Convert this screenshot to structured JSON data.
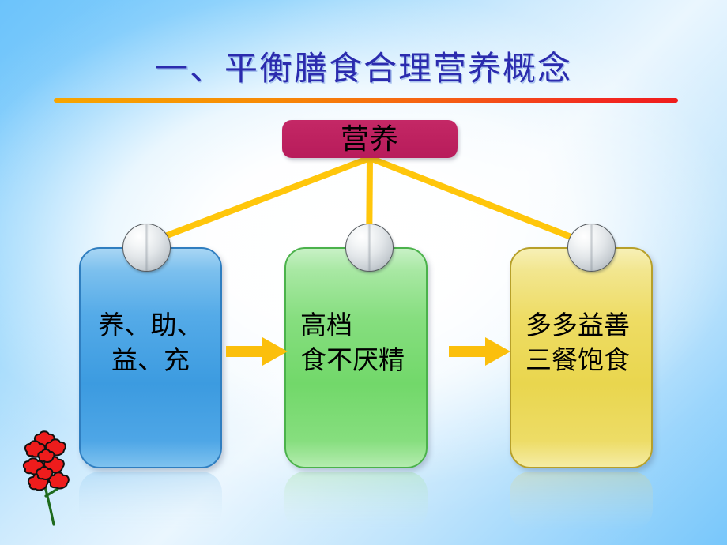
{
  "slide": {
    "title": "一、平衡膳食合理营养概念",
    "title_color": "#2B2BAE",
    "divider_color_start": "#F7A500",
    "divider_color_end": "#EF1C1C",
    "background_color_corner": "#6CC3FB",
    "background_color_center": "#FFFFFF"
  },
  "diagram": {
    "root": {
      "label": "营养",
      "fill": "#BE2260",
      "text_color": "#000000"
    },
    "nodes": [
      {
        "label": "养、助、\n益、充",
        "fill": "#3C9BE0",
        "border": "#2F7EC0",
        "name": "blue"
      },
      {
        "label": "高档\n食不厌精",
        "fill": "#72D86A",
        "border": "#4BB24B",
        "name": "green"
      },
      {
        "label": "多多益善\n三餐饱食",
        "fill": "#E9D64E",
        "border": "#B7A02A",
        "name": "yellow"
      }
    ],
    "connector_color": "#FFC60B",
    "arrow_color": "#FBBF0C",
    "connector_count": 3,
    "arrow_count": 2,
    "sphere_count": 3
  },
  "decor": {
    "flower_petal_color": "#EE1C1C",
    "flower_stem_color": "#2C7B2C"
  }
}
